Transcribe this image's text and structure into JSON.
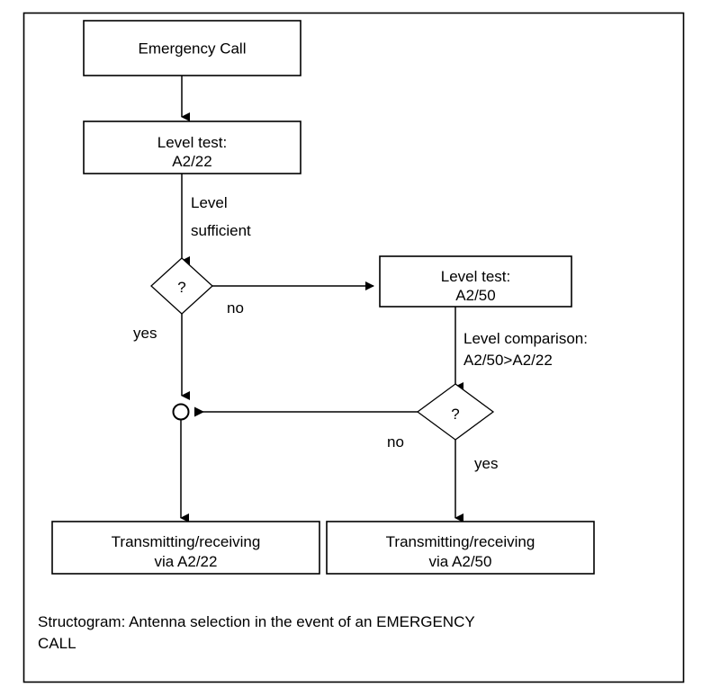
{
  "diagram": {
    "type": "flowchart",
    "caption_line1": "Structogram: Antenna selection in the event of an EMERGENCY",
    "caption_line2": "CALL",
    "colors": {
      "stroke": "#000000",
      "fill": "#ffffff",
      "text": "#000000"
    },
    "nodes": [
      {
        "id": "emergency-call",
        "shape": "rectangle",
        "line1": "Emergency Call",
        "line2": ""
      },
      {
        "id": "level-test-a222",
        "shape": "rectangle",
        "line1": "Level test:",
        "line2": "A2/22"
      },
      {
        "id": "decision-level-sufficient",
        "shape": "diamond",
        "label": "?"
      },
      {
        "id": "level-test-a250",
        "shape": "rectangle",
        "line1": "Level test:",
        "line2": "A2/50"
      },
      {
        "id": "decision-level-comparison",
        "shape": "diamond",
        "label": "?"
      },
      {
        "id": "merge-junction",
        "shape": "circle",
        "label": ""
      },
      {
        "id": "transmit-a222",
        "shape": "rectangle",
        "line1": "Transmitting/receiving",
        "line2": "via A2/22"
      },
      {
        "id": "transmit-a250",
        "shape": "rectangle",
        "line1": "Transmitting/receiving",
        "line2": "via A2/50"
      }
    ],
    "edge_labels": {
      "level_sufficient_line1": "Level",
      "level_sufficient_line2": "sufficient",
      "decision1_yes": "yes",
      "decision1_no": "no",
      "level_comparison_line1": "Level comparison:",
      "level_comparison_line2": "A2/50>A2/22",
      "decision2_no": "no",
      "decision2_yes": "yes"
    }
  }
}
